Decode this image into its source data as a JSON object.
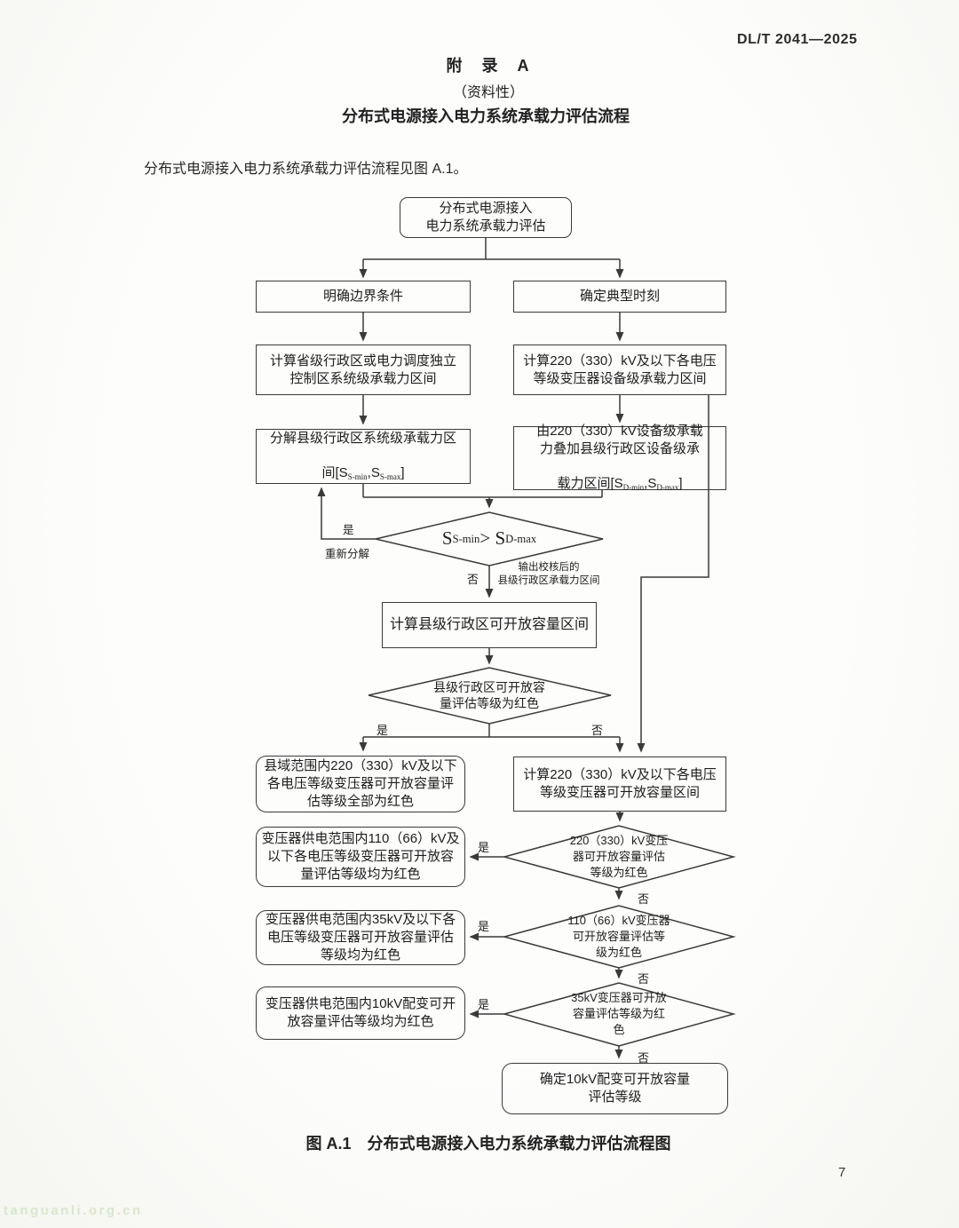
{
  "header": {
    "doc_number": "DL/T 2041—2025",
    "appendix_label": "附　录　A",
    "informative_label": "（资料性）",
    "heading": "分布式电源接入电力系统承载力评估流程"
  },
  "intro": {
    "text": "分布式电源接入电力系统承载力评估流程见图 A.1。"
  },
  "flowchart": {
    "nodes": {
      "start": "分布式电源接入\n电力系统承载力评估",
      "boundary": "明确边界条件",
      "typical_moment": "确定典型时刻",
      "system_interval": "计算省级行政区或电力调度独立\n控制区系统级承载力区间",
      "device_interval": "计算220（330）kV及以下各电压\n等级变压器设备级承载力区间",
      "decompose": {
        "l1": "分解县级行政区系统级承载力区",
        "p1": "间[S",
        "sub1": "S-min",
        "p2": ",S",
        "sub2": "S-max",
        "p3": "]"
      },
      "superpose": {
        "l1": "由220（330）kV设备级承载",
        "l2": "力叠加县级行政区设备级承",
        "p1": "载力区间[S",
        "sub1": "D-min",
        "p2": ",S",
        "sub2": "D-max",
        "p3": "]"
      },
      "compare": {
        "p1": "S",
        "sub1": "S-min",
        "p2": " > S",
        "sub2": "D-max"
      },
      "county_capacity": "计算县级行政区可开放容量区间",
      "county_red_decision": "县级行政区可开放容\n量评估等级为红色",
      "county_all_red": "县域范围内220（330）kV及以下\n各电压等级变压器可开放容量评\n估等级全部为红色",
      "transformer_capacity": "计算220（330）kV及以下各电压\n等级变压器可开放容量区间",
      "kv220_decision": "220（330）kV变压\n器可开放容量评估\n等级为红色",
      "kv110_all_red": "变压器供电范围内110（66）kV及\n以下各电压等级变压器可开放容\n量评估等级均为红色",
      "kv110_decision": "110（66）kV变压器\n可开放容量评估等\n级为红色",
      "kv35_all_red": "变压器供电范围内35kV及以下各\n电压等级变压器可开放容量评估\n等级均为红色",
      "kv35_decision": "35kV变压器可开放\n容量评估等级为红\n色",
      "kv10_all_red": "变压器供电范围内10kV配变可开\n放容量评估等级均为红色",
      "kv10_final": "确定10kV配变可开放容量\n评估等级"
    },
    "labels": {
      "yes": "是",
      "no": "否",
      "redecompose": "重新分解",
      "checked_note": "输出校核后的\n县级行政区承载力区间"
    }
  },
  "caption": {
    "text": "图 A.1　分布式电源接入电力系统承载力评估流程图"
  },
  "footer": {
    "page_number": "7",
    "watermark": "tanguanli.org.cn"
  }
}
